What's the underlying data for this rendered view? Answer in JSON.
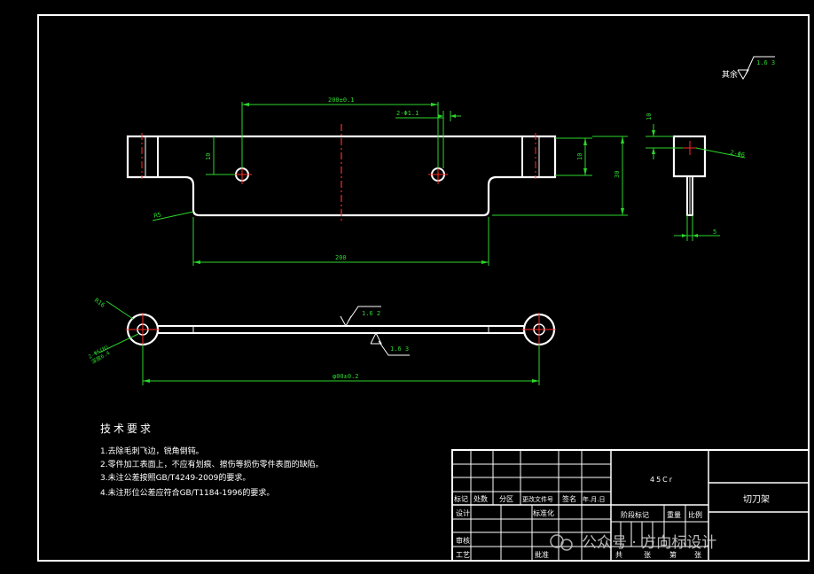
{
  "dimensions": {
    "top_span_200_fit": "200±0.1",
    "top_hole_dia": "2-Φ1.1",
    "top_height_10_left": "10",
    "top_height_10_right": "10",
    "top_height_30": "30",
    "top_radius": "R5",
    "top_width_200": "200",
    "side_height_10": "10",
    "side_hole_dia": "2-Φ6",
    "side_width_5": "5",
    "plan_radius": "R16",
    "plan_hole_dia": "2-Φ6(H)\n深度6.4",
    "plan_length": "φ00±0.2",
    "plan_surface_top": "1.6 2",
    "plan_surface_bottom": "1.6 3"
  },
  "roughness_note": {
    "label": "其余",
    "value": "1.6 3"
  },
  "technical_requirements": {
    "title": "技术要求",
    "items": [
      "1.去除毛刺飞边，锐角倒钝。",
      "2.零件加工表面上，不应有划痕、擦伤等损伤零件表面的缺陷。",
      "3.未注公差按照GB/T4249-2009的要求。",
      "4.未注形位公差应符合GB/T1184-1996的要求。"
    ]
  },
  "title_block": {
    "material": "45Cr",
    "part_name": "切刀架",
    "col_headers": [
      "标记",
      "处数",
      "分区",
      "更改文件号",
      "签名",
      "年.月.日"
    ],
    "row_design": "设计",
    "row_standard": "标准化",
    "row_review": "审核",
    "row_process": "工艺",
    "row_approve": "批准",
    "stage_mark": "阶段标记",
    "weight": "重量",
    "scale": "比例",
    "sheet_total": "共",
    "sheet_label": "张",
    "sheet_no": "第",
    "sheet_label2": "张"
  },
  "watermark": {
    "text": "公众号 · 方向标设计"
  }
}
